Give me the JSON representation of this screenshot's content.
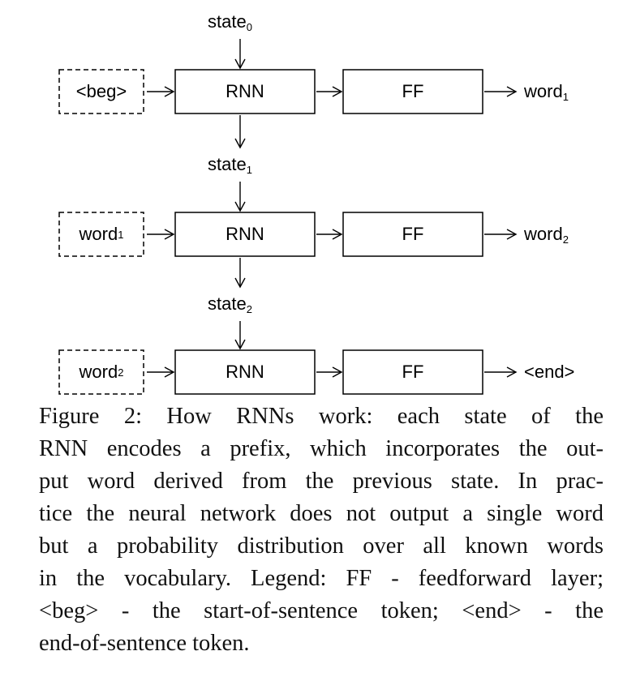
{
  "diagram": {
    "rows": [
      {
        "state_in": {
          "base": "state",
          "sub": "0"
        },
        "input": {
          "base": "<beg>",
          "sub": ""
        },
        "rnn_label": "RNN",
        "ff_label": "FF",
        "output": {
          "base": "word",
          "sub": "1"
        }
      },
      {
        "state_in": {
          "base": "state",
          "sub": "1"
        },
        "input": {
          "base": "word",
          "sub": "1"
        },
        "rnn_label": "RNN",
        "ff_label": "FF",
        "output": {
          "base": "word",
          "sub": "2"
        }
      },
      {
        "state_in": {
          "base": "state",
          "sub": "2"
        },
        "input": {
          "base": "word",
          "sub": "2"
        },
        "rnn_label": "RNN",
        "ff_label": "FF",
        "output": {
          "base": "<end>",
          "sub": ""
        }
      }
    ]
  },
  "caption": {
    "lines": [
      "Figure 2:  How RNNs work: each state of the",
      "RNN encodes a prefix, which incorporates the out-",
      "put word derived from the previous state. In prac-",
      "tice the neural network does not output a single word",
      "but a probability distribution over all known words",
      "in the vocabulary. Legend: FF - feedforward layer;",
      "<beg> - the start-of-sentence token; <end> - the",
      "end-of-sentence token."
    ]
  }
}
